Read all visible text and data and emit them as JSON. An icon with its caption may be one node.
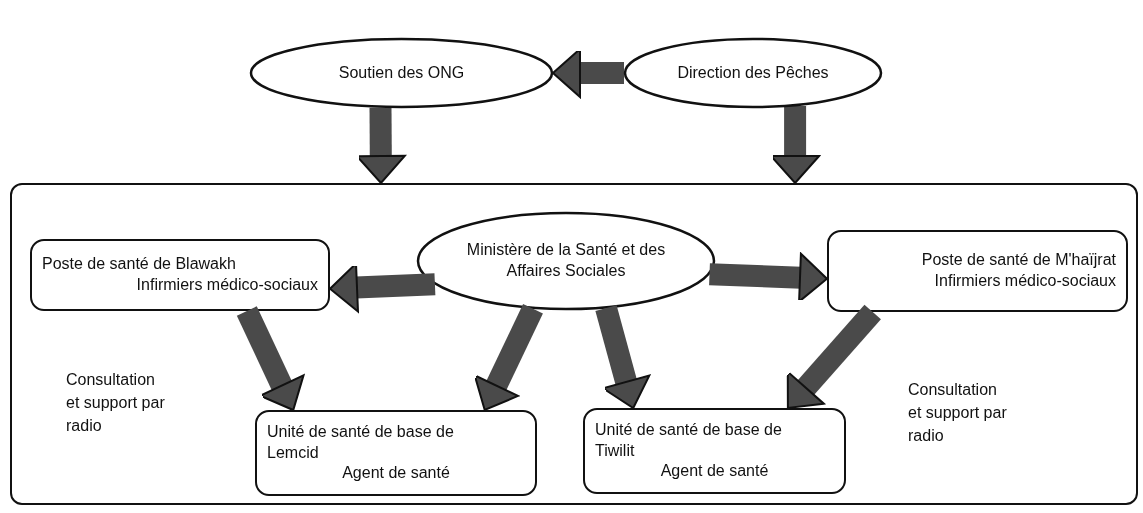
{
  "diagram": {
    "nodes": [
      {
        "text": [
          "Soutien des ONG"
        ]
      },
      {
        "text": [
          "Direction des Pêches"
        ]
      },
      {
        "text": [],
        "shape": "box"
      },
      {
        "text": [
          "Ministère de la Santé et des Affaires Sociales"
        ],
        "in": 2
      },
      {
        "text": [
          "Poste de santé de Blawakh",
          "Infirmiers médico-sociaux"
        ],
        "in": 2
      },
      {
        "text": [
          "Poste de santé de M'haïjrat",
          "Infirmiers médico-sociaux"
        ],
        "in": 2
      },
      {
        "text": [
          "Unité de santé de base de Lemcid",
          "Agent de santé"
        ],
        "in": 2
      },
      {
        "text": [
          "Unité de santé de base de Tiwilit",
          "Agent de santé"
        ],
        "in": 2
      }
    ],
    "edges": [
      {
        "from": 1,
        "to": 0,
        "arrow": "to"
      },
      {
        "from": 0,
        "to": 2,
        "arrow": "to"
      },
      {
        "from": 1,
        "to": 2,
        "arrow": "to"
      },
      {
        "from": 3,
        "to": 4,
        "arrow": "to"
      },
      {
        "from": 3,
        "to": 5,
        "arrow": "to"
      },
      {
        "from": 4,
        "to": 6,
        "arrow": "to"
      },
      {
        "from": 3,
        "to": 6,
        "arrow": "to"
      },
      {
        "from": 3,
        "to": 7,
        "arrow": "to"
      },
      {
        "from": 5,
        "to": 7,
        "arrow": "to"
      }
    ],
    "labels": [
      "Consultation et support par radio",
      "Consultation et support par radio"
    ]
  }
}
